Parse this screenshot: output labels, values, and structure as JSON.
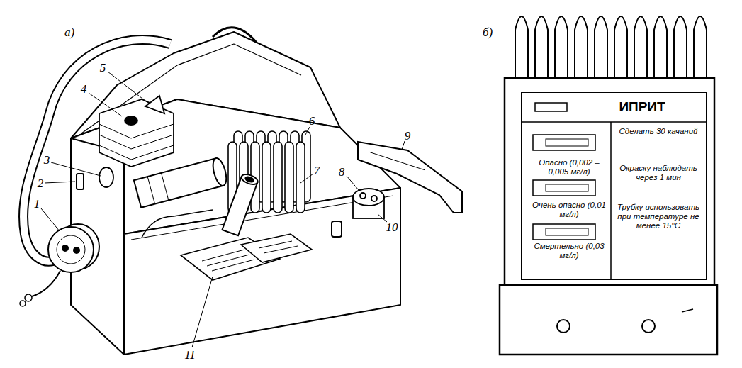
{
  "diagram": {
    "nodes": [
      {
        "text": [
          "ИПРИТ",
          "Опасно (0,002 – 0,005 мг/л)",
          "Очень опасно (0,01 мг/л)",
          "Смертельно (0,03 мг/л)",
          "Сделать 30 качаний",
          "Окраску наблюдать через 1 мин",
          "Трубку использовать при температуре не менее 15°С"
        ]
      }
    ],
    "labels": [
      "а)",
      "б)",
      "1",
      "2",
      "3",
      "4",
      "5",
      "6",
      "7",
      "8",
      "9",
      "10",
      "11"
    ]
  }
}
